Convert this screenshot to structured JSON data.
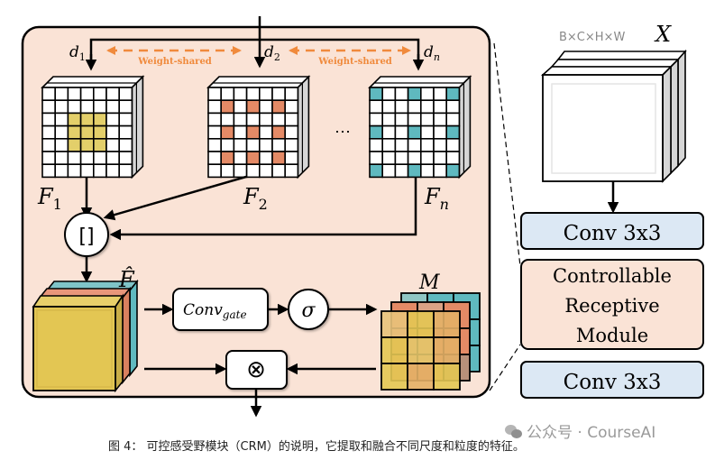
{
  "figure": {
    "dilation_labels": [
      "d",
      "d",
      "d"
    ],
    "dilation_subscripts": [
      "1",
      "2",
      "n"
    ],
    "weight_shared_label": "Weight-shared",
    "ellipsis": "⋯",
    "feature_labels": [
      "F",
      "F",
      "F"
    ],
    "feature_subscripts": [
      "1",
      "2",
      "n"
    ],
    "concat_symbol": "[]",
    "fused_label": "F̂",
    "conv_gate_main": "Conv",
    "conv_gate_sub": "gate",
    "sigmoid_symbol": "σ",
    "mask_label": "M",
    "multiply_symbol": "⊗",
    "input_shape": "B×C×H×W",
    "input_label": "X",
    "pipeline": [
      {
        "label": "Conv 3x3",
        "kind": "conv"
      },
      {
        "label_lines": [
          "Controllable",
          "Receptive",
          "Module"
        ],
        "kind": "crm"
      },
      {
        "label": "Conv 3x3",
        "kind": "conv"
      }
    ],
    "grids": [
      {
        "name": "F1",
        "dilation": 1,
        "highlight": [
          [
            2,
            2
          ],
          [
            2,
            3
          ],
          [
            2,
            4
          ],
          [
            3,
            2
          ],
          [
            3,
            3
          ],
          [
            3,
            4
          ],
          [
            4,
            2
          ],
          [
            4,
            3
          ],
          [
            4,
            4
          ]
        ],
        "color": "#e3cf6a"
      },
      {
        "name": "F2",
        "dilation": 2,
        "highlight": [
          [
            1,
            1
          ],
          [
            1,
            3
          ],
          [
            1,
            5
          ],
          [
            3,
            1
          ],
          [
            3,
            3
          ],
          [
            3,
            5
          ],
          [
            5,
            1
          ],
          [
            5,
            3
          ],
          [
            5,
            5
          ]
        ],
        "color": "#e48a66"
      },
      {
        "name": "Fn",
        "dilation": 3,
        "highlight": [
          [
            0,
            0
          ],
          [
            0,
            3
          ],
          [
            0,
            6
          ],
          [
            3,
            0
          ],
          [
            3,
            3
          ],
          [
            3,
            6
          ],
          [
            6,
            0
          ],
          [
            6,
            3
          ],
          [
            6,
            6
          ]
        ],
        "color": "#5fb9bf"
      }
    ]
  },
  "colors": {
    "module_bg": "#fae3d6",
    "orange_accent": "#f08a3c",
    "conv_block": "#dce8f4",
    "crm_block": "#fae3d6",
    "yellow": "#e3c653",
    "salmon": "#e48a66",
    "teal": "#5fb9bf"
  },
  "caption": {
    "text": "图 4：  可控感受野模块（CRM）的说明，它提取和融合不同尺度和粒度的特征。"
  },
  "watermark": {
    "text": "公众号 · CourseAI"
  }
}
